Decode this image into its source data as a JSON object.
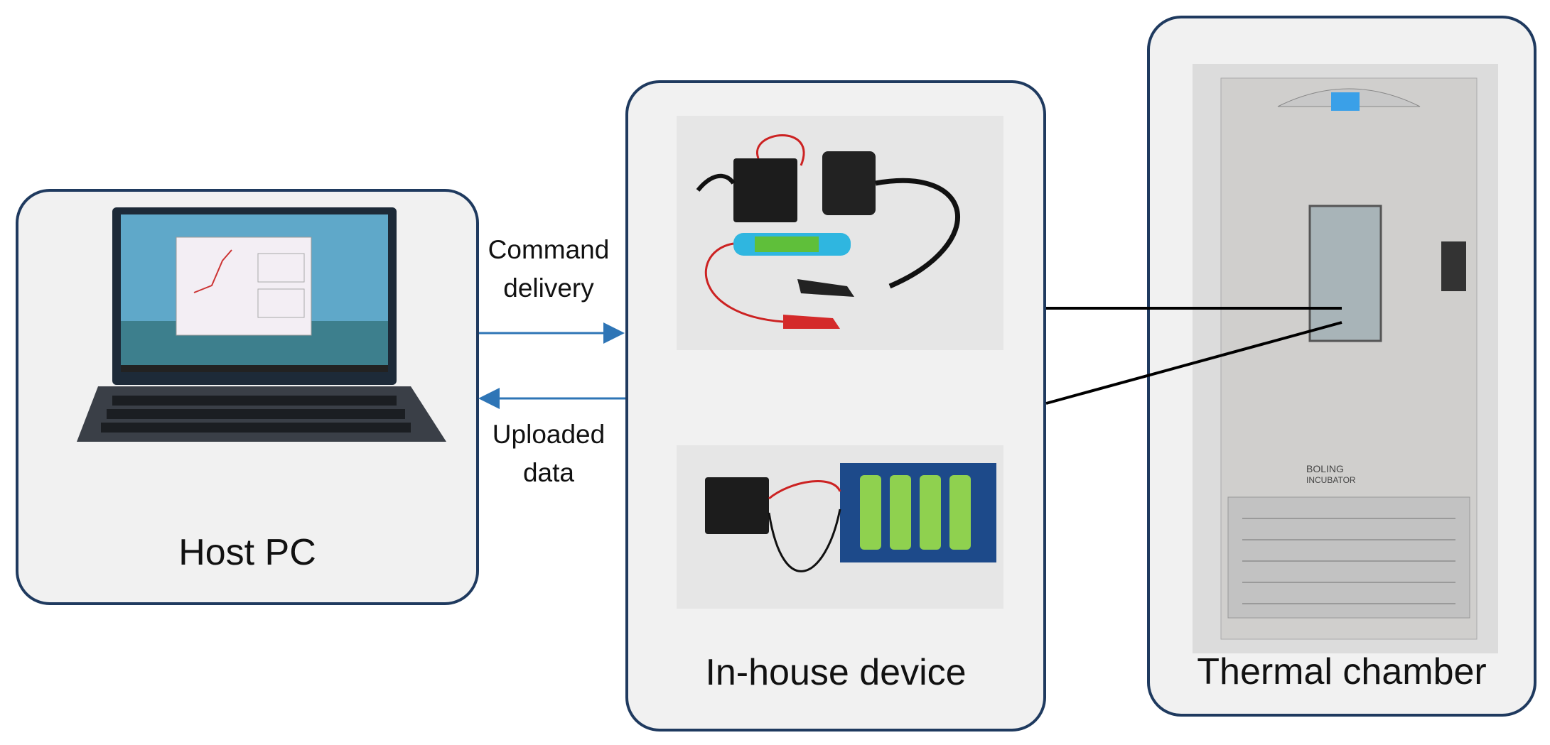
{
  "host": {
    "label": "Host PC"
  },
  "device": {
    "label": "In-house device"
  },
  "chamber": {
    "label": "Thermal chamber",
    "brand_text": "BOLING\nINCUBATOR"
  },
  "arrows": {
    "command_label_1": "Command",
    "command_label_2": "delivery",
    "uploaded_label_1": "Uploaded",
    "uploaded_label_2": "data"
  },
  "colors": {
    "panel_border": "#1f3a5f",
    "panel_fill": "#f1f1f1",
    "arrow": "#2e75b6",
    "connector": "#000000"
  }
}
